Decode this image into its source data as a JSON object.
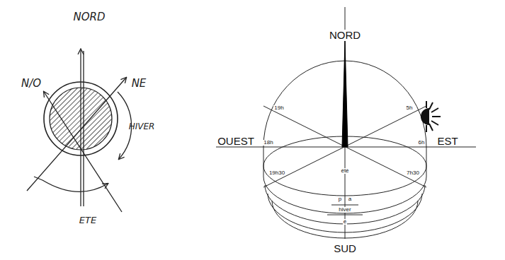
{
  "diagram": {
    "labels": [
      "NORD",
      "N/O",
      "NE",
      "HIVER",
      "ETE",
      "NORD",
      "OUEST",
      "EST",
      "SUD",
      "19h",
      "5h",
      "18h",
      "6h",
      "19h30",
      "7h30",
      "été",
      "p",
      "a",
      "hiver",
      "é"
    ]
  }
}
